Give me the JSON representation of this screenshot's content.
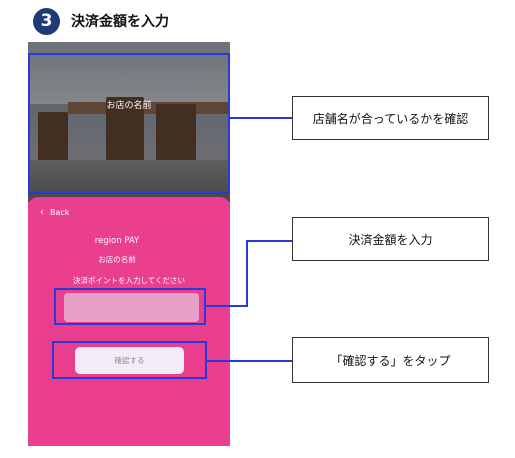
{
  "step": {
    "number": "3",
    "title": "決済金額を入力"
  },
  "app": {
    "photo_label": "お店の名前",
    "back_label": "Back",
    "brand": "region PAY",
    "shop_name": "お店の名前",
    "prompt": "決済ポイントを入力してください",
    "amount_value": "",
    "confirm_button": "確認する"
  },
  "callouts": {
    "store_check": "店舗名が合っているかを確認",
    "enter_amount": "決済金額を入力",
    "tap_confirm": "「確認する」をタップ"
  },
  "colors": {
    "step_badge": "#1f3a78",
    "app_pink": "#ea3f8f",
    "highlight_blue": "#2a39d8"
  }
}
